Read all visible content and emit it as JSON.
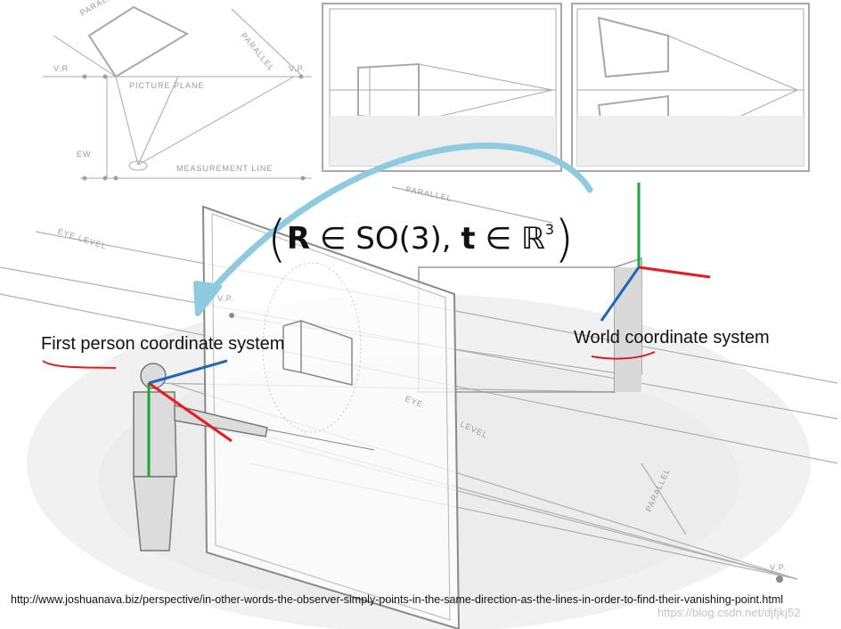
{
  "labels": {
    "first_person": "First person coordinate system",
    "world": "World coordinate system"
  },
  "formula": {
    "rotation_symbol": "R",
    "in_symbol": "∈",
    "rotation_group": "SO(3),",
    "translation_symbol": "t",
    "translation_space": "ℝ",
    "translation_exponent": "3"
  },
  "sketch_text": {
    "parallel": "PARALLEL",
    "vp": "V.P.",
    "vr": "V.R",
    "picture_plane": "PICTURE PLANE",
    "ew": "EW",
    "measurement_line": "MEASUREMENT LINE",
    "eye_level": "EYE LEVEL",
    "eye": "EYE",
    "level": "LEVEL"
  },
  "source_url": "http://www.joshuanava.biz/perspective/in-other-words-the-observer-simply-points-in-the-same-direction-as-the-lines-in-order-to-find-their-vanishing-point.html",
  "watermark": "https://blog.csdn.net/djfjkj52",
  "colors": {
    "axis_x": "#e8191f",
    "axis_y": "#1aa63a",
    "axis_z": "#1f67b8",
    "transform_arrow": "#8fcbe0",
    "underline": "#d92020",
    "sketch_line": "#a8a8a8"
  }
}
